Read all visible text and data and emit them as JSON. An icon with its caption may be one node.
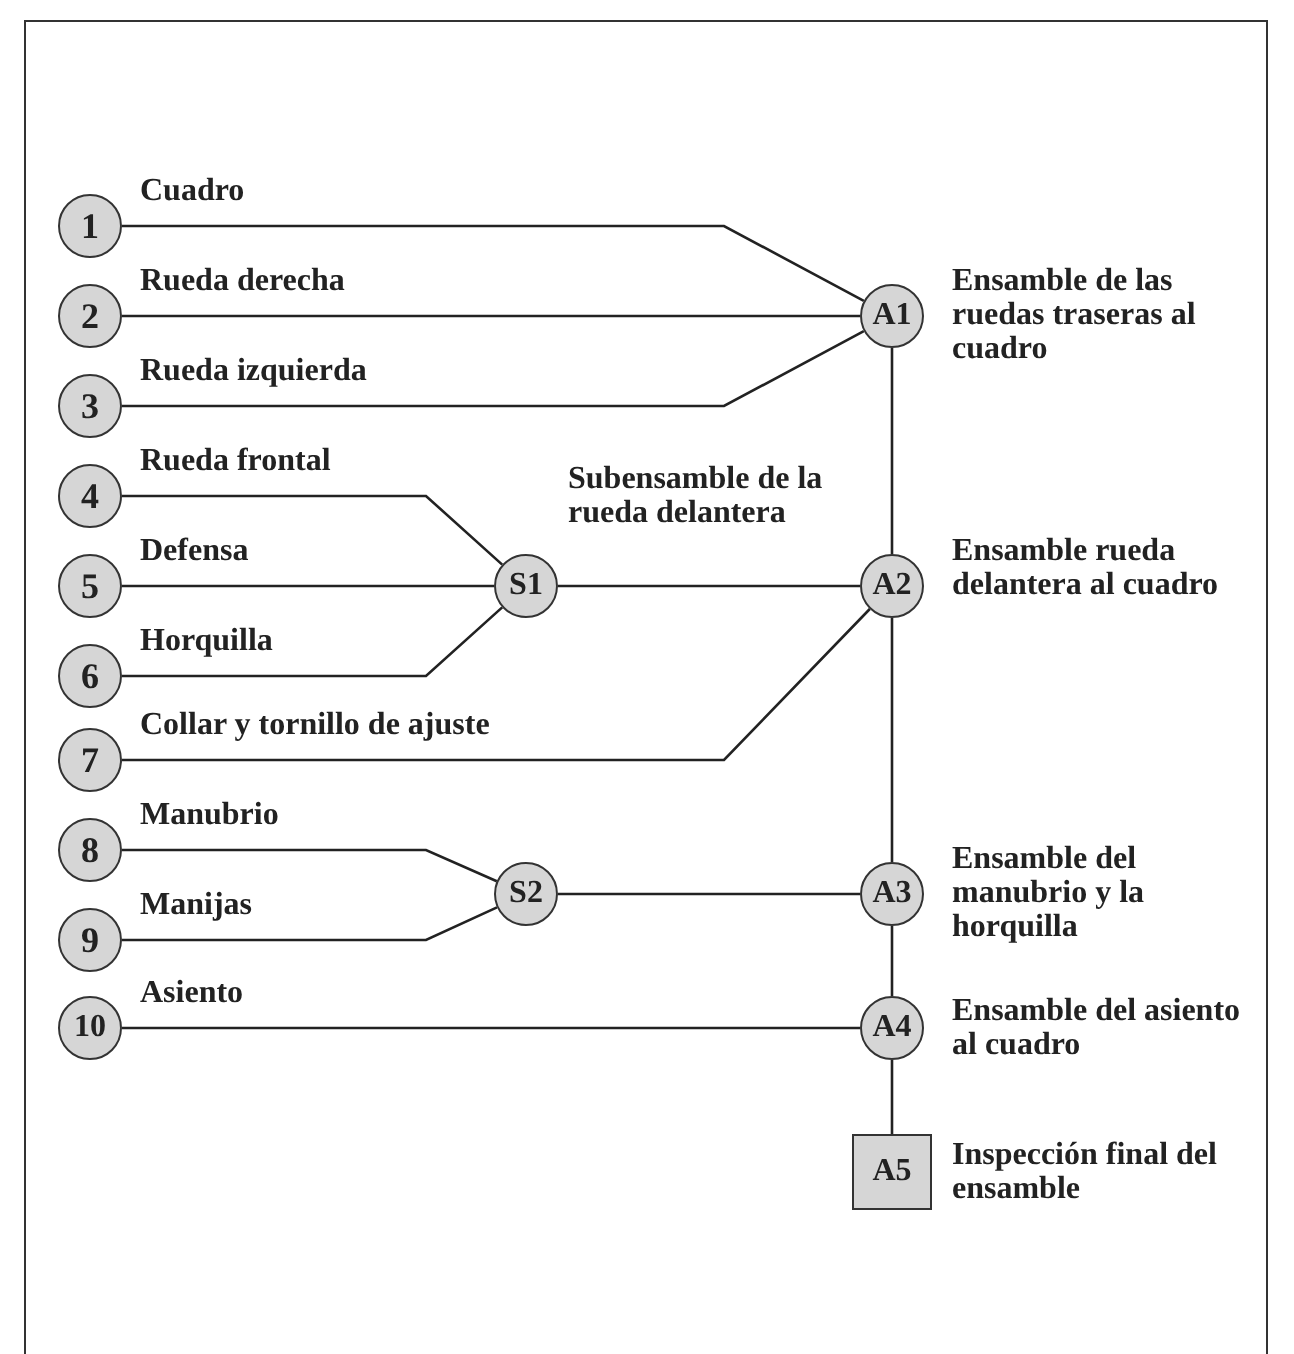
{
  "diagram": {
    "nodes": [
      {
        "text": [
          "1"
        ],
        "beside": [
          "Cuadro"
        ]
      },
      {
        "text": [
          "2"
        ],
        "beside": [
          "Rueda derecha"
        ]
      },
      {
        "text": [
          "3"
        ],
        "beside": [
          "Rueda izquierda"
        ]
      },
      {
        "text": [
          "4"
        ],
        "beside": [
          "Rueda frontal"
        ]
      },
      {
        "text": [
          "5"
        ],
        "beside": [
          "Defensa"
        ]
      },
      {
        "text": [
          "6"
        ],
        "beside": [
          "Horquilla"
        ]
      },
      {
        "text": [
          "7"
        ],
        "beside": [
          "Collar y tornillo de ajuste"
        ]
      },
      {
        "text": [
          "8"
        ],
        "beside": [
          "Manubrio"
        ]
      },
      {
        "text": [
          "9"
        ],
        "beside": [
          "Manijas"
        ]
      },
      {
        "text": [
          "10"
        ],
        "beside": [
          "Asiento"
        ]
      },
      {
        "text": [
          "S1"
        ],
        "beside": [
          "Subensamble de la rueda delantera"
        ]
      },
      {
        "text": [
          "S2"
        ]
      },
      {
        "text": [
          "A1"
        ],
        "beside": [
          "Ensamble de las ruedas traseras al cuadro"
        ]
      },
      {
        "text": [
          "A2"
        ],
        "beside": [
          "Ensamble rueda delantera al cuadro"
        ]
      },
      {
        "text": [
          "A3"
        ],
        "beside": [
          "Ensamble del manubrio y la horquilla"
        ]
      },
      {
        "text": [
          "A4"
        ],
        "beside": [
          "Ensamble del asiento al cuadro"
        ]
      },
      {
        "text": [
          "A5"
        ],
        "beside": [
          "Inspección final del ensamble"
        ]
      }
    ],
    "edges": [
      {
        "from": 0,
        "to": 12,
        "arrow": "none"
      },
      {
        "from": 1,
        "to": 12,
        "arrow": "none"
      },
      {
        "from": 2,
        "to": 12,
        "arrow": "none"
      },
      {
        "from": 3,
        "to": 10,
        "arrow": "none"
      },
      {
        "from": 4,
        "to": 10,
        "arrow": "none"
      },
      {
        "from": 5,
        "to": 10,
        "arrow": "none"
      },
      {
        "from": 10,
        "to": 13,
        "arrow": "none"
      },
      {
        "from": 6,
        "to": 13,
        "arrow": "none"
      },
      {
        "from": 12,
        "to": 13,
        "arrow": "none"
      },
      {
        "from": 7,
        "to": 11,
        "arrow": "none"
      },
      {
        "from": 8,
        "to": 11,
        "arrow": "none"
      },
      {
        "from": 11,
        "to": 14,
        "arrow": "none"
      },
      {
        "from": 13,
        "to": 14,
        "arrow": "none"
      },
      {
        "from": 14,
        "to": 15,
        "arrow": "none"
      },
      {
        "from": 9,
        "to": 15,
        "arrow": "none"
      },
      {
        "from": 15,
        "to": 16,
        "arrow": "none"
      }
    ]
  }
}
